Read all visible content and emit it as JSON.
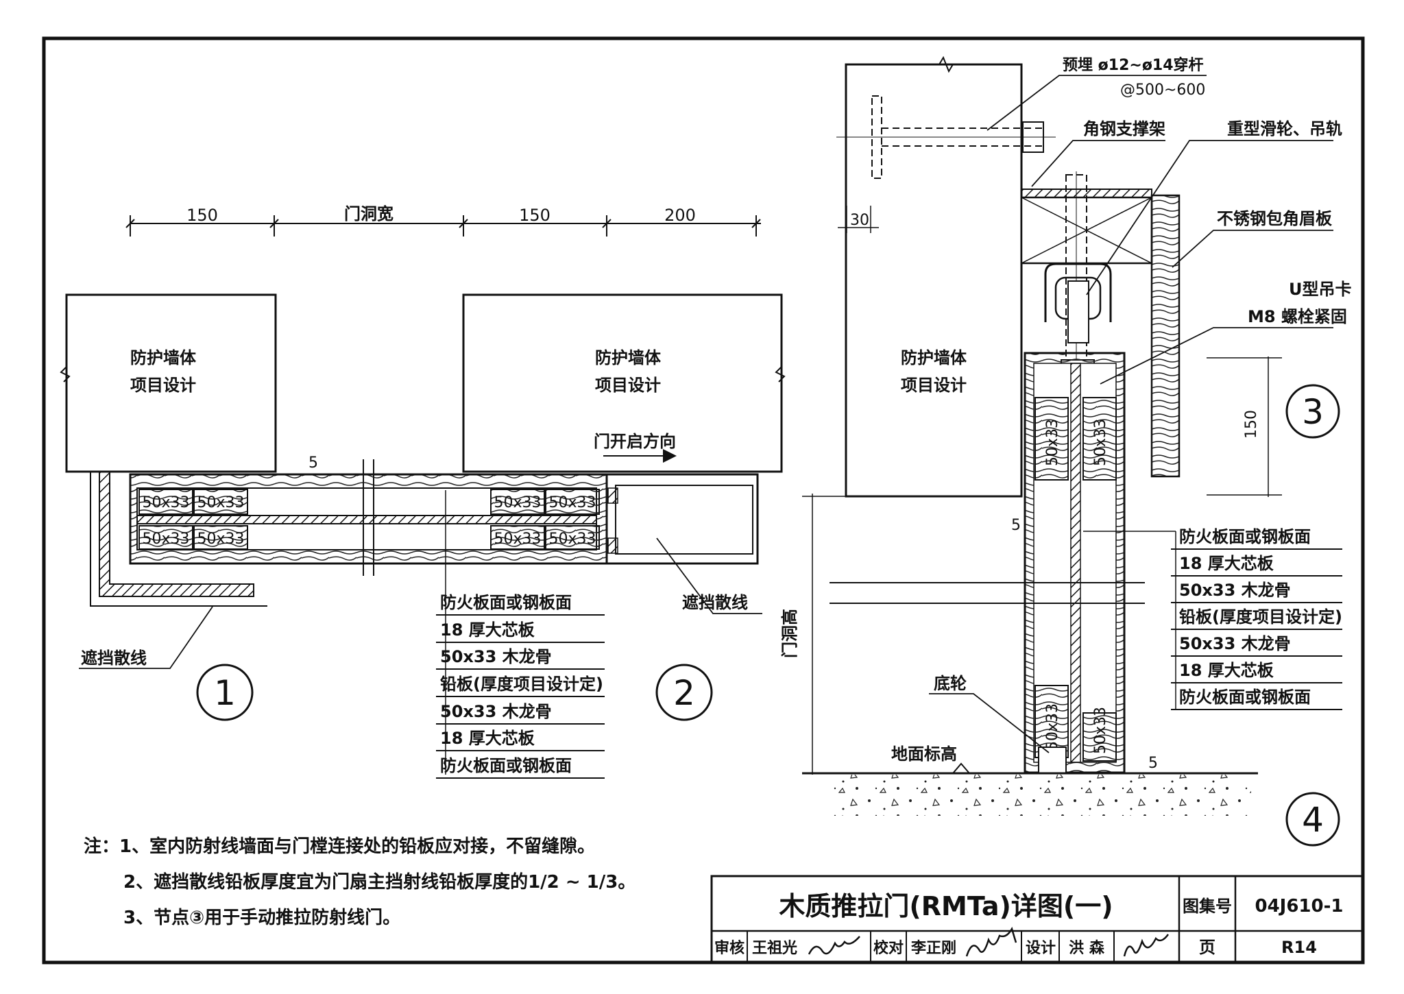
{
  "labels": {
    "wall_text_1": "防护墙体",
    "wall_text_2": "项目设计",
    "door_width": "门洞宽",
    "open_dir": "门开启方向",
    "stud": "50x33",
    "shield": "遮挡散线",
    "dim_gap": "5",
    "dim_30": "30",
    "dim_150": "150",
    "door_height": "门洞高"
  },
  "dims_top": [
    "150",
    "门洞宽",
    "150",
    "200"
  ],
  "layers_a": [
    "防火板面或钢板面",
    "18 厚大芯板",
    "50x33 木龙骨",
    "铅板(厚度项目设计定)",
    "50x33 木龙骨",
    "18 厚大芯板",
    "防火板面或钢板面"
  ],
  "layers_b": [
    "防火板面或钢板面",
    "18 厚大芯板",
    "50x33 木龙骨",
    "铅板(厚度项目设计定)",
    "50x33 木龙骨",
    "18 厚大芯板",
    "防火板面或钢板面"
  ],
  "callouts": {
    "rod": "预埋 ø12~ø14穿杆",
    "rod_spacing": "@500~600",
    "angle": "角钢支撑架",
    "pulley": "重型滑轮、吊轨",
    "stainless": "不锈钢包角眉板",
    "u_clip": "U型吊卡",
    "bolt": "M8 螺栓紧固",
    "bottom_wheel": "底轮",
    "floor": "地面标高"
  },
  "nodes": [
    "1",
    "2",
    "3",
    "4"
  ],
  "notes": [
    "注：1、室内防射线墙面与门樘连接处的铅板应对接，不留缝隙。",
    "2、遮挡散线铅板厚度宜为门扇主挡射线铅板厚度的1/2 ~ 1/3。",
    "3、节点③用于手动推拉防射线门。"
  ],
  "title_block": {
    "title": "木质推拉门(RMTa)详图(一)",
    "atlas_label": "图集号",
    "atlas_no": "04J610-1",
    "page_label": "页",
    "page_no": "R14",
    "review_label": "审核",
    "reviewer": "王祖光",
    "check_label": "校对",
    "checker": "李正刚",
    "design_label": "设计",
    "designer": "洪  森"
  }
}
